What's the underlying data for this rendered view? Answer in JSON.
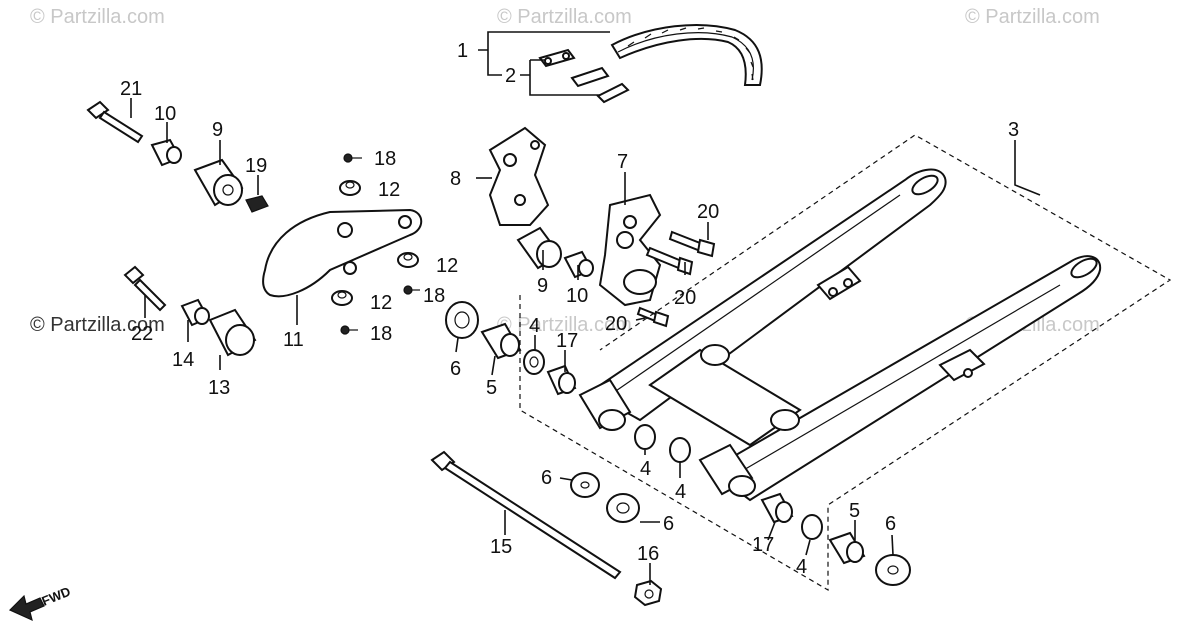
{
  "watermarks": [
    "© Partzilla.com",
    "© Partzilla.com",
    "© Partzilla.com",
    "© Partzilla.com",
    "© Partzilla.com",
    "© Partzilla.com"
  ],
  "direction_label": "FWD",
  "callouts": {
    "c1": "1",
    "c2": "2",
    "c3": "3",
    "c4a": "4",
    "c4b": "4",
    "c4c": "4",
    "c4d": "4",
    "c5a": "5",
    "c5b": "5",
    "c6a": "6",
    "c6b": "6",
    "c6c": "6",
    "c6d": "6",
    "c7": "7",
    "c8": "8",
    "c9a": "9",
    "c9b": "9",
    "c10a": "10",
    "c10b": "10",
    "c11": "11",
    "c12a": "12",
    "c12b": "12",
    "c12c": "12",
    "c13": "13",
    "c14": "14",
    "c15": "15",
    "c16": "16",
    "c17a": "17",
    "c17b": "17",
    "c18a": "18",
    "c18b": "18",
    "c18c": "18",
    "c19": "19",
    "c20a": "20",
    "c20b": "20",
    "c20c": "20",
    "c21": "21",
    "c22": "22"
  }
}
